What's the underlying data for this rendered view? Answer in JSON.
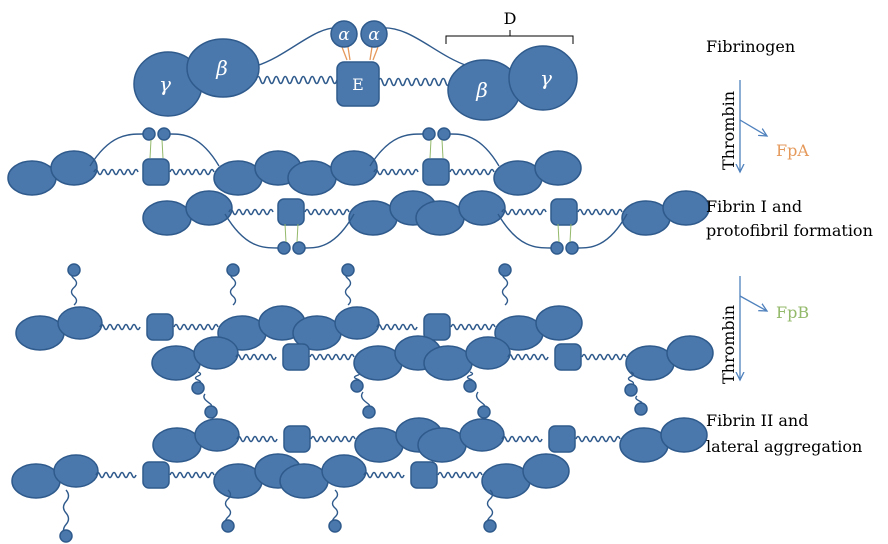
{
  "fibrinogen": {
    "gamma": "γ",
    "beta": "β",
    "alpha": "α",
    "e_domain": "E",
    "d_domain": "D"
  },
  "steps": {
    "fibrinogen": "Fibrinogen",
    "thrombin_1": "Thrombin",
    "fpa": "FpA",
    "fibrin_1_line1": "Fibrin I and",
    "fibrin_1_line2": "protofibril formation",
    "thrombin_2": "Thrombin",
    "fpb": "FpB",
    "fibrin_2_line1": "Fibrin II and",
    "fibrin_2_line2": "lateral aggregation"
  },
  "colors": {
    "domain": "#4a78ad",
    "outline": "#2f5a8c",
    "arrow": "#4f81bd",
    "fpa": "#e59a5c",
    "fpb": "#93b96a"
  }
}
